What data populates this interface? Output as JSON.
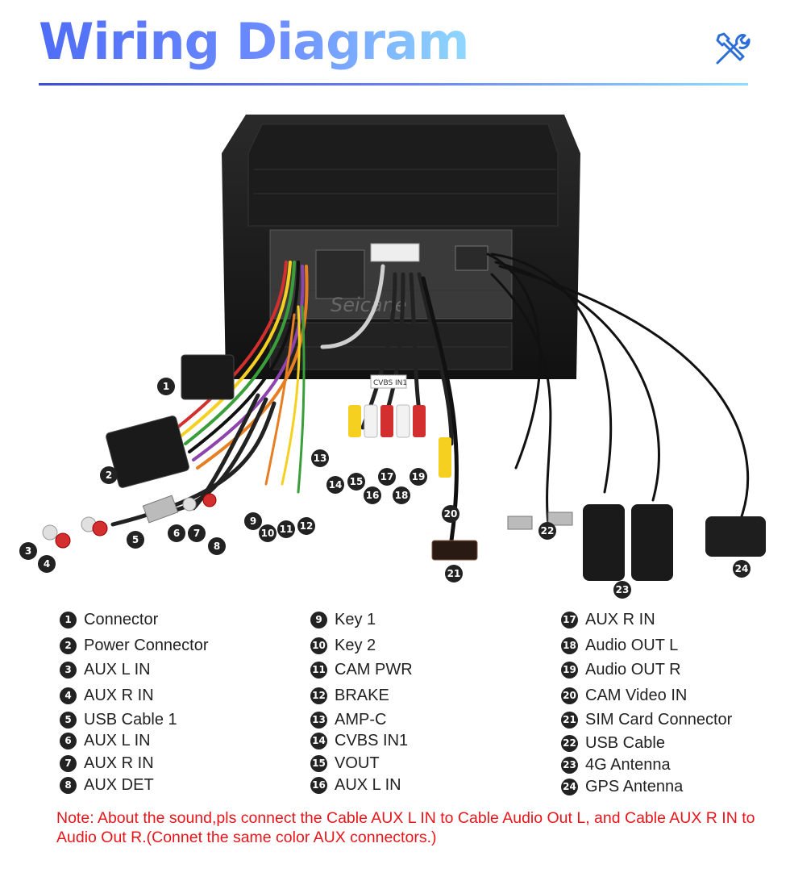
{
  "header": {
    "title": "Wiring Diagram",
    "icon": "tools-icon"
  },
  "photo": {
    "watermark": "Seicane",
    "connector_label": "CVBS IN1"
  },
  "callouts": [
    "1",
    "2",
    "3",
    "4",
    "5",
    "6",
    "7",
    "8",
    "9",
    "10",
    "11",
    "12",
    "13",
    "14",
    "15",
    "16",
    "17",
    "18",
    "19",
    "20",
    "21",
    "22",
    "23",
    "24"
  ],
  "legend": {
    "columns": [
      [
        {
          "num": "1",
          "label": "Connector"
        },
        {
          "num": "2",
          "label": "Power Connector"
        },
        {
          "num": "3",
          "label": "AUX L IN"
        },
        {
          "num": "4",
          "label": "AUX R IN"
        },
        {
          "num": "5",
          "label": "USB Cable 1"
        },
        {
          "num": "6",
          "label": "AUX L IN"
        },
        {
          "num": "7",
          "label": "AUX R IN"
        },
        {
          "num": "8",
          "label": "AUX DET"
        }
      ],
      [
        {
          "num": "9",
          "label": "Key 1"
        },
        {
          "num": "10",
          "label": "Key 2"
        },
        {
          "num": "11",
          "label": "CAM PWR"
        },
        {
          "num": "12",
          "label": "BRAKE"
        },
        {
          "num": "13",
          "label": "AMP-C"
        },
        {
          "num": "14",
          "label": "CVBS IN1"
        },
        {
          "num": "15",
          "label": "VOUT"
        },
        {
          "num": "16",
          "label": "AUX L IN"
        }
      ],
      [
        {
          "num": "17",
          "label": "AUX R IN"
        },
        {
          "num": "18",
          "label": "Audio OUT L"
        },
        {
          "num": "19",
          "label": "Audio OUT R"
        },
        {
          "num": "20",
          "label": "CAM Video IN"
        },
        {
          "num": "21",
          "label": "SIM Card Connector"
        },
        {
          "num": "22",
          "label": "USB Cable"
        },
        {
          "num": "23",
          "label": "4G Antenna"
        },
        {
          "num": "24",
          "label": "GPS Antenna"
        }
      ]
    ]
  },
  "note": "Note: About the sound,pls connect the Cable AUX L IN to Cable Audio Out L, and Cable AUX R IN to  Audio Out R.(Connet the same color AUX connectors.)",
  "colors": {
    "title_start": "#4f6df5",
    "title_end": "#8fd8ff",
    "note": "#e8161b"
  }
}
